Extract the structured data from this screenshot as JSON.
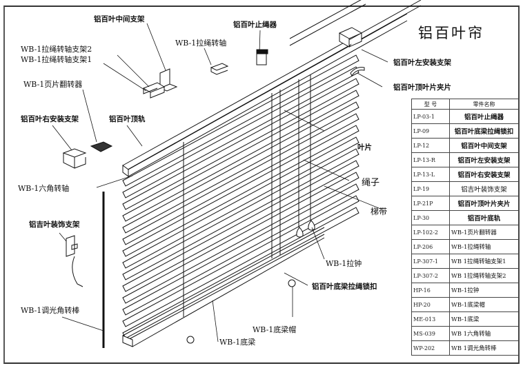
{
  "title": "铝百叶帘",
  "labels": {
    "middle_bracket": "铝百叶中间支架",
    "cord_lock": "铝百叶止绳器",
    "cord_axle": "WB-1拉绳转轴",
    "cord_axle_bracket_2": "WB-1拉绳转轴支架2",
    "cord_axle_bracket_1": "WB-1拉绳转轴支架1",
    "tilter": "WB-1页片翻转器",
    "left_install_bracket": "铝百叶左安装支架",
    "top_slat_clip": "铝百叶顶叶片夹片",
    "right_install_bracket": "铝百叶右安装支架",
    "head_rail": "铝百叶顶轨",
    "slat": "叶片",
    "hex_shaft": "WB-1六角转轴",
    "cord": "绳子",
    "ladder_tape": "梯带",
    "decor_bracket": "铝吉叶装饰支架",
    "pull_weight": "WB-1拉钟",
    "bottom_lock": "铝百叶底梁拉绳锁扣",
    "tilt_wand": "WB-1调光角转棒",
    "bottom_cap": "WB-1底梁帽",
    "bottom_rail": "WB-1底梁"
  },
  "parts_table": {
    "headers": [
      "型 号",
      "零件名称"
    ],
    "rows": [
      {
        "code": "LP-03-1",
        "name": "铝百叶止绳器",
        "style": "b"
      },
      {
        "code": "LP-09",
        "name": "铝百叶底梁拉绳锁扣",
        "style": "b"
      },
      {
        "code": "LP-12",
        "name": "铝百叶中间支架",
        "style": "b"
      },
      {
        "code": "LP-13-R",
        "name": "铝百叶左安装支架",
        "style": "b"
      },
      {
        "code": "LP-13-L",
        "name": "铝百叶右安装支架",
        "style": "b"
      },
      {
        "code": "LP-19",
        "name": "铝吉叶装饰支架",
        "style": ""
      },
      {
        "code": "LP-21P",
        "name": "铝百叶顶叶片夹片",
        "style": "b"
      },
      {
        "code": "LP-30",
        "name": "铝百叶底轨",
        "style": "b"
      },
      {
        "code": "LP-102-2",
        "name": "WB-1页片翻转器",
        "style": "n"
      },
      {
        "code": "LP-206",
        "name": "WB-1拉绳转轴",
        "style": "n"
      },
      {
        "code": "LP-307-1",
        "name": "WB 1拉绳转轴支架1",
        "style": "n"
      },
      {
        "code": "LP-307-2",
        "name": "WB 1拉绳转轴支架2",
        "style": "n"
      },
      {
        "code": "HP-16",
        "name": "WB-1拉钟",
        "style": "n"
      },
      {
        "code": "HP-20",
        "name": "WB-1底梁帽",
        "style": "n"
      },
      {
        "code": "ME-013",
        "name": "WB-1底梁",
        "style": "n"
      },
      {
        "code": "MS-039",
        "name": "WB 1六角转轴",
        "style": "n"
      },
      {
        "code": "WP-202",
        "name": "WB 1调光角转棒",
        "style": "n"
      }
    ]
  }
}
